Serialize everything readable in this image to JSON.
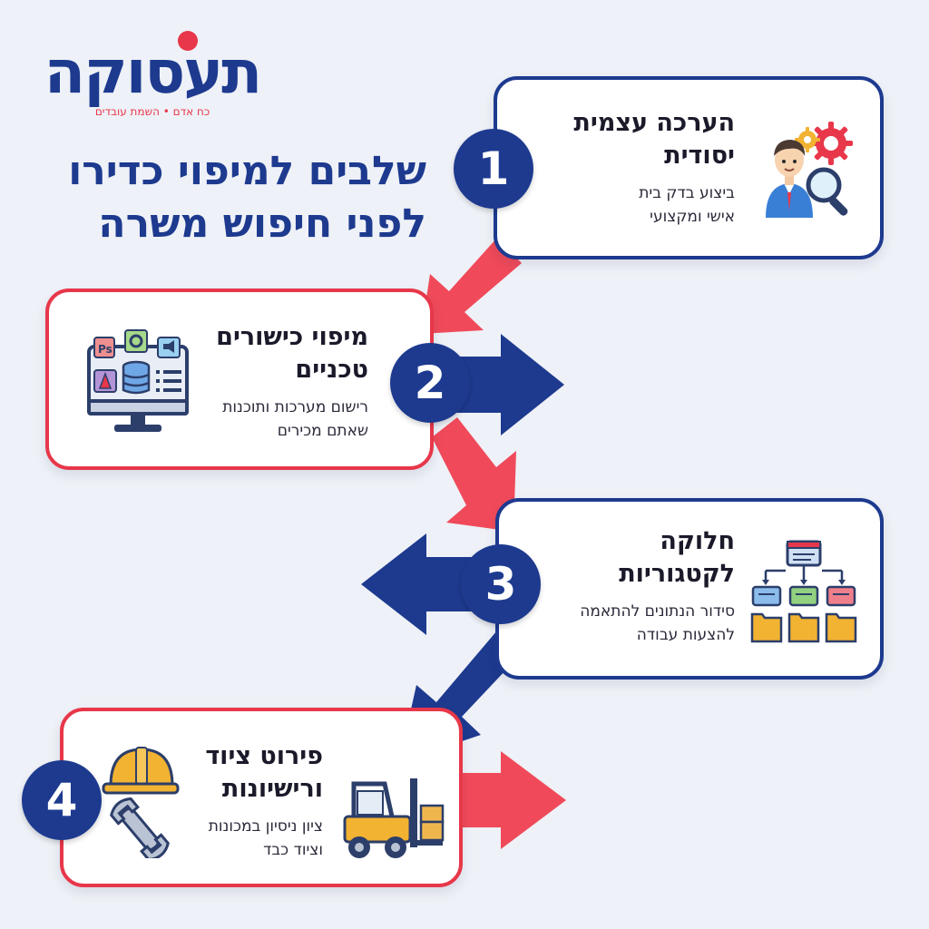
{
  "brand": {
    "logo_text": "תעסוקה",
    "tagline": "כח אדם • השמת עובדים",
    "primary_color": "#1d3a8f",
    "accent_color": "#e8374a"
  },
  "title": {
    "line1": "שלבים למיפוי כדירו",
    "line2": "לפני חיפוש משרה"
  },
  "steps": [
    {
      "number": "1",
      "title_line1": "הערכה עצמית",
      "title_line2": "יסודית",
      "desc_line1": "ביצוע בדק בית",
      "desc_line2": "אישי ומקצועי",
      "icon": "person-gears-magnifier-icon",
      "border": "blue"
    },
    {
      "number": "2",
      "title_line1": "מיפוי כישורים",
      "title_line2": "טכניים",
      "desc_line1": "רישום מערכות ותוכנות",
      "desc_line2": "שאתם מכירים",
      "icon": "computer-software-icon",
      "border": "red"
    },
    {
      "number": "3",
      "title_line1": "חלוקה",
      "title_line2": "לקטגוריות",
      "desc_line1": "סידור הנתונים להתאמה",
      "desc_line2": "להצעות עבודה",
      "icon": "folder-hierarchy-icon",
      "border": "blue"
    },
    {
      "number": "4",
      "title_line1": "פירוט ציוד",
      "title_line2": "ורישיונות",
      "desc_line1": "ציון ניסיון במכונות",
      "desc_line2": "וציוד כבד",
      "icon": "forklift-helmet-wrench-icon",
      "border": "red"
    }
  ]
}
